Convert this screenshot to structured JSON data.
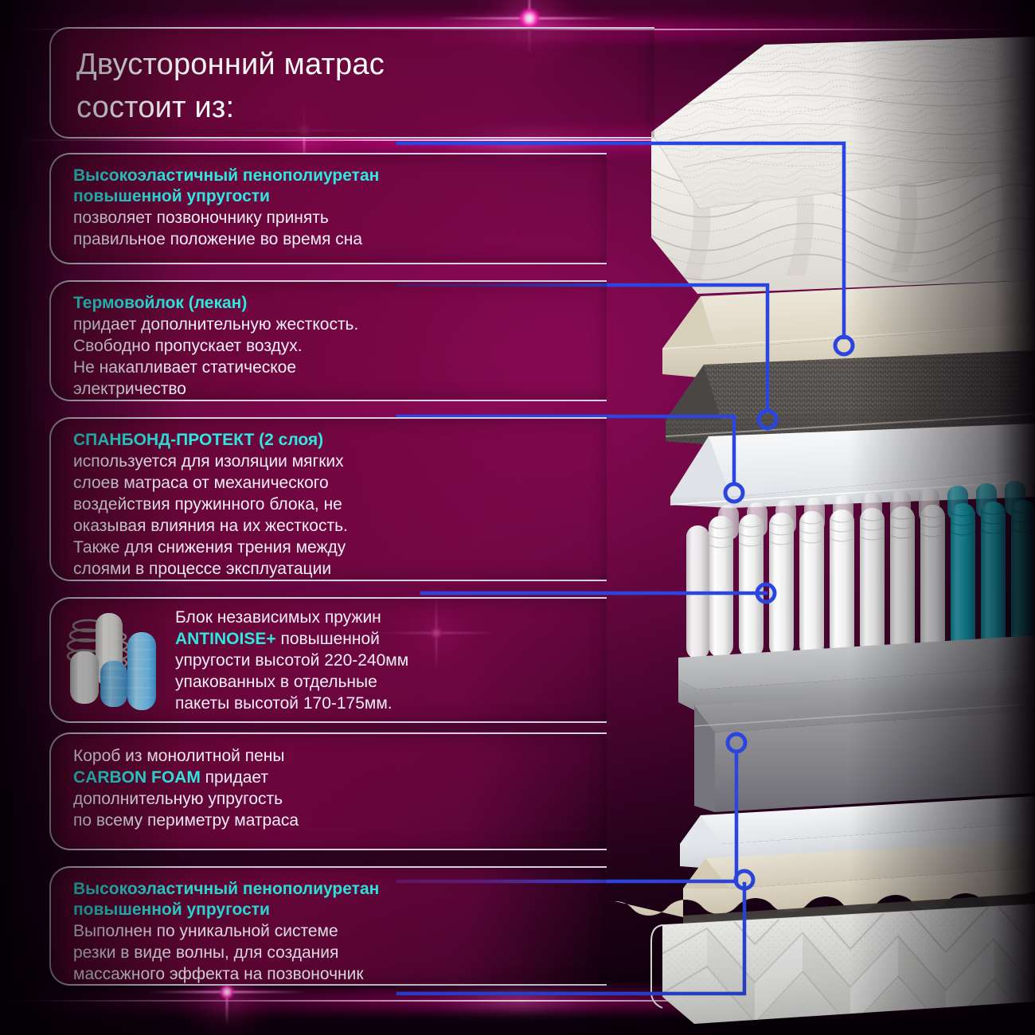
{
  "meta": {
    "language": "ru",
    "accent_cyan": "#2ee8e0",
    "accent_blue": "#2b46e0",
    "card_border": "#d9cfe0",
    "bg_magenta": "#960a5c",
    "bg_dark": "#08000b",
    "text_white": "#f2eef6"
  },
  "title": {
    "line1": "Двусторонний матрас",
    "line2": "состоит из:"
  },
  "layers": [
    {
      "id": "layer-hr-foam-top",
      "heading_lines": [
        "Высокоэластичный пенополиуретан",
        "повышенной упругости"
      ],
      "body_lines": [
        "позволяет позвоночнику принять",
        "правильное положение во время сна"
      ]
    },
    {
      "id": "layer-thermofelt",
      "heading_lines": [
        "Термовойлок (лекан)"
      ],
      "body_lines": [
        "придает дополнительную жесткость.",
        "Свободно пропускает воздух.",
        "Не накапливает статическое",
        "электричество"
      ]
    },
    {
      "id": "layer-spunbond",
      "heading_lines": [
        "СПАНБОНД-ПРОТЕКТ (2 слоя)"
      ],
      "body_lines": [
        "используется для изоляции мягких",
        "слоев матраса от механического",
        "воздействия пружинного блока, не",
        "оказывая влияния на их жесткость.",
        "Также для снижения трения между",
        "слоями в процессе эксплуатации"
      ]
    },
    {
      "id": "layer-spring-block",
      "icon": "pocket-springs-photo",
      "rich_lines": [
        [
          {
            "t": "Блок независимых пружин",
            "hl": false
          }
        ],
        [
          {
            "t": "ANTINOISE+",
            "hl": true
          },
          {
            "t": " повышенной",
            "hl": false
          }
        ],
        [
          {
            "t": "упругости высотой 220-240мм",
            "hl": false
          }
        ],
        [
          {
            "t": "упакованных в отдельные",
            "hl": false
          }
        ],
        [
          {
            "t": "пакеты высотой 170-175мм.",
            "hl": false
          }
        ]
      ]
    },
    {
      "id": "layer-carbon-foam",
      "rich_lines": [
        [
          {
            "t": "Короб из монолитной пены",
            "hl": false
          }
        ],
        [
          {
            "t": "CARBON FOAM",
            "hl": true
          },
          {
            "t": " придает",
            "hl": false
          }
        ],
        [
          {
            "t": "дополнительную упругость",
            "hl": false
          }
        ],
        [
          {
            "t": "по всему периметру матраса",
            "hl": false
          }
        ]
      ]
    },
    {
      "id": "layer-hr-foam-bottom",
      "heading_lines": [
        "Высокоэластичный пенополиуретан",
        "повышенной упругости"
      ],
      "body_lines": [
        "Выполнен по уникальной системе",
        "резки в виде волны, для создания",
        "массажного эффекта на позвоночник"
      ]
    }
  ],
  "illustration": {
    "name": "exploded-mattress-cross-section",
    "layer_stack": [
      {
        "name": "quilted-jacquard-cover-top",
        "color": "#f4f2ee"
      },
      {
        "name": "hr-foam-top",
        "color": "#e6ddc9"
      },
      {
        "name": "thermo-felt",
        "color": "#585350"
      },
      {
        "name": "spunbond-protect-upper",
        "color": "#eceef0"
      },
      {
        "name": "independent-spring-block",
        "color": "#f2f2f2",
        "accent_color": "#18c4d8"
      },
      {
        "name": "carbon-foam-box",
        "color": "#8e8e92"
      },
      {
        "name": "spunbond-protect-lower",
        "color": "#f0f1f3"
      },
      {
        "name": "hr-foam-bottom-wave-cut",
        "color": "#e8dfc9"
      },
      {
        "name": "quilted-jacquard-cover-bottom",
        "color": "#f3f3f1"
      }
    ],
    "connector_count": 6
  }
}
